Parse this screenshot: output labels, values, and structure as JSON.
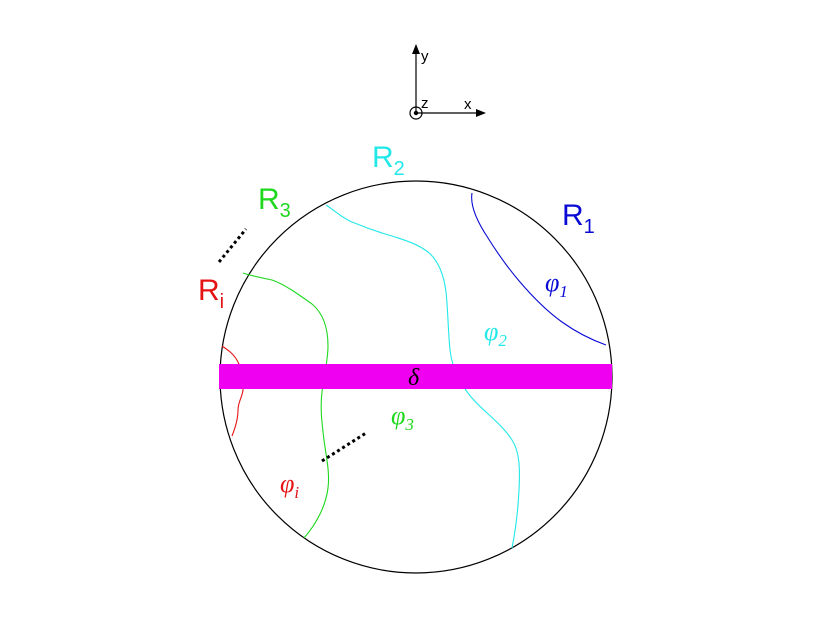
{
  "axes": {
    "y_label": "y",
    "z_label": "z",
    "x_label": "x"
  },
  "regions": [
    {
      "id": "R1",
      "letter": "R",
      "sub": "1",
      "color": "#0a0ad4"
    },
    {
      "id": "R2",
      "letter": "R",
      "sub": "2",
      "color": "#22e8e8"
    },
    {
      "id": "R3",
      "letter": "R",
      "sub": "3",
      "color": "#1ed81e"
    },
    {
      "id": "Ri",
      "letter": "R",
      "sub": "i",
      "color": "#e41414"
    }
  ],
  "phases": [
    {
      "id": "phi1",
      "symbol": "φ",
      "sub": "1",
      "color": "#0a0ad4"
    },
    {
      "id": "phi2",
      "symbol": "φ",
      "sub": "2",
      "color": "#22e8e8"
    },
    {
      "id": "phi3",
      "symbol": "φ",
      "sub": "3",
      "color": "#1ed81e"
    },
    {
      "id": "phii",
      "symbol": "φ",
      "sub": "i",
      "color": "#e41414"
    }
  ],
  "band": {
    "symbol": "δ",
    "color": "#f000f0"
  },
  "circle_color": "#000000"
}
